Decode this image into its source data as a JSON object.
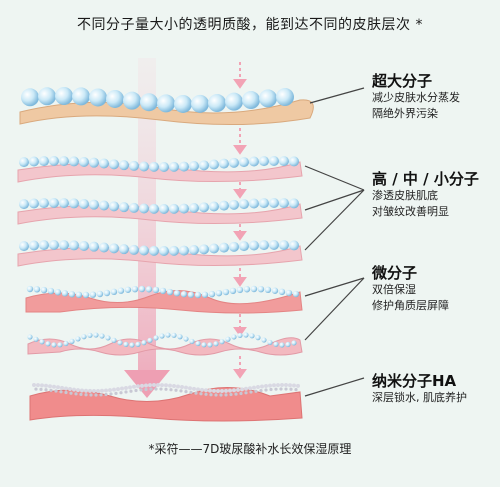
{
  "title": "不同分子量大小的透明质酸，能到达不同的皮肤层次 *",
  "labels": [
    {
      "head": "超大分子",
      "lines": [
        "减少皮肤水分蒸发",
        "隔绝外界污染"
      ]
    },
    {
      "head": "高 / 中 / 小分子",
      "lines": [
        "渗透皮肤肌底",
        "对皱纹改善明显"
      ]
    },
    {
      "head": "微分子",
      "lines": [
        "双倍保湿",
        "修护角质层屏障"
      ]
    },
    {
      "head": "纳米分子HA",
      "lines": [
        "深层锁水, 肌底养护"
      ]
    }
  ],
  "footer": "*采符——7D玻尿酸补水长效保湿原理",
  "colors": {
    "background": "#eef5f2",
    "top_layer": "#efc9a3",
    "mid_layer": "#f3c6cc",
    "deep_layer": "#f08c8c",
    "molecule": "#bfe2f3",
    "arrow": "#f3b7c4",
    "callout_line": "#444444"
  }
}
